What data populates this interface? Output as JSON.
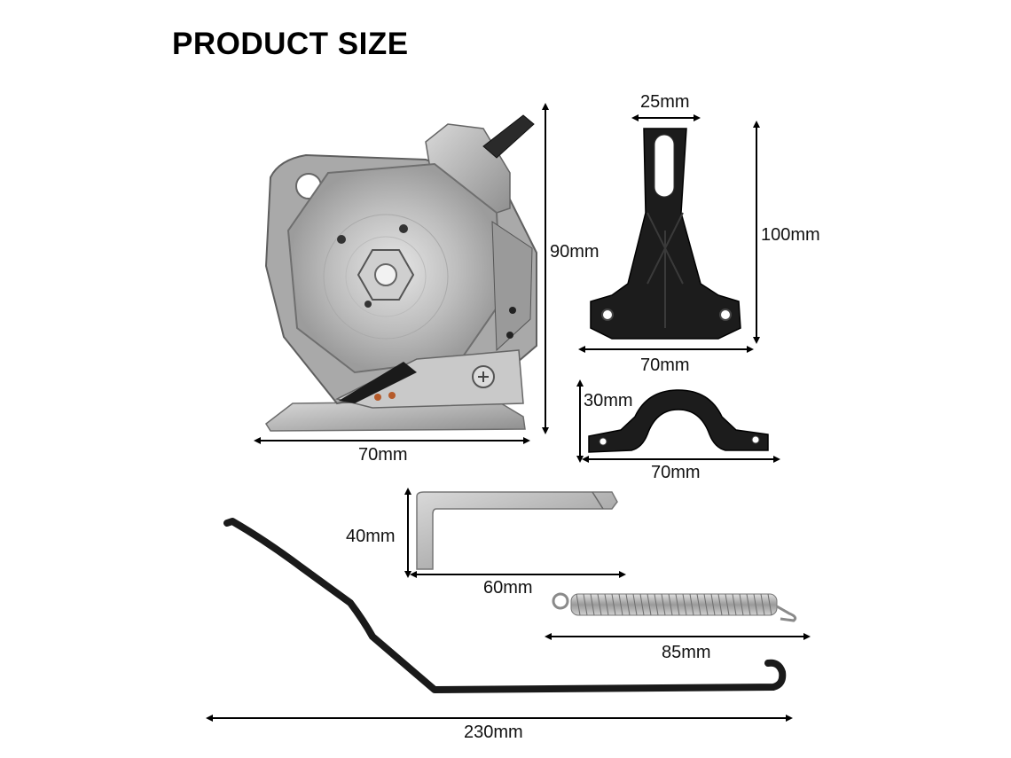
{
  "title": "PRODUCT SIZE",
  "dimensions": {
    "cutter_width": "70mm",
    "cutter_height": "90mm",
    "bracket_top_width": "25mm",
    "bracket_height": "100mm",
    "bracket_base_width": "70mm",
    "clamp_height": "30mm",
    "clamp_width": "70mm",
    "wrench_height": "40mm",
    "wrench_width": "60mm",
    "spring_length": "85mm",
    "rod_length": "230mm"
  },
  "items": [
    "cutter-head",
    "mounting-bracket",
    "pipe-clamp",
    "allen-wrench",
    "spring",
    "pedal-rod"
  ],
  "colors": {
    "metal": "#b9b9b9",
    "metal_dark": "#7a7a7a",
    "black_part": "#1c1c1c",
    "dimension_line": "#000000"
  }
}
